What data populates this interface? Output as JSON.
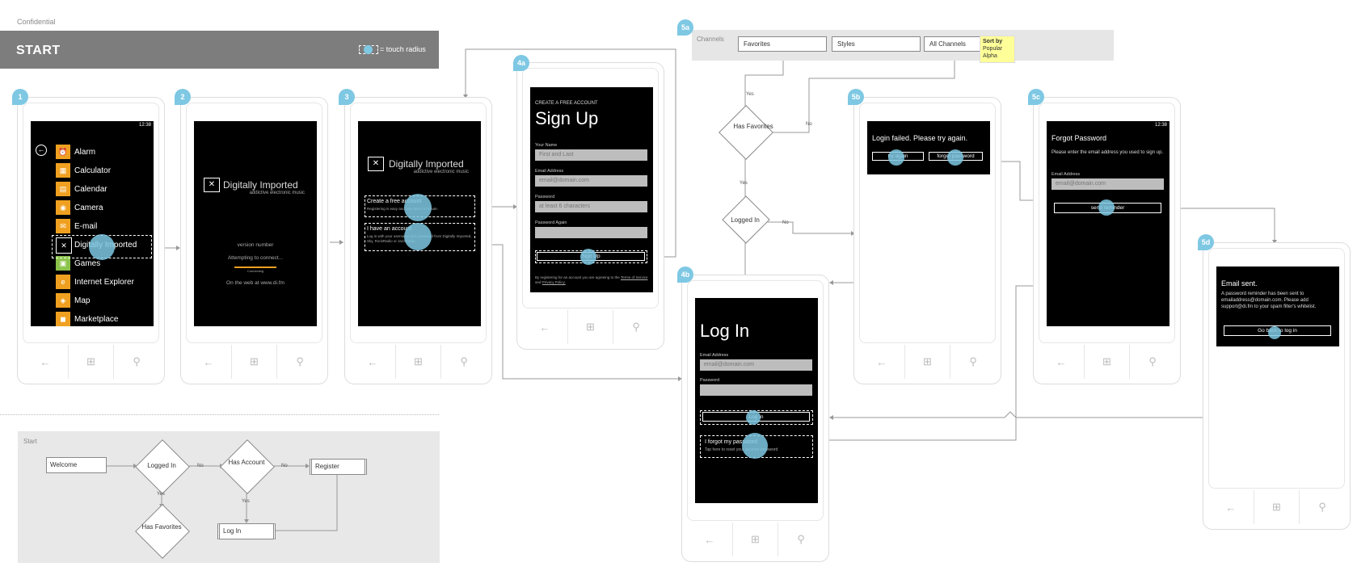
{
  "header": {
    "confidential": "Confidential",
    "title": "START",
    "touch_legend": "= touch radius"
  },
  "badges": [
    "1",
    "2",
    "3",
    "4a",
    "4b",
    "5a",
    "5b",
    "5c",
    "5d"
  ],
  "screen1": {
    "time": "12:38",
    "items": [
      "Alarm",
      "Calculator",
      "Calendar",
      "Camera",
      "E-mail",
      "Digitally Imported",
      "Games",
      "Internet Explorer",
      "Map",
      "Marketplace"
    ]
  },
  "screen2": {
    "brand": "Digitally Imported",
    "tagline": "addictive electronic music",
    "version": "version number",
    "attempting": "Attempting to connect...",
    "connecting": "Connecting",
    "web": "On the web at www.di.fm"
  },
  "screen3": {
    "brand": "Digitally Imported",
    "tagline": "addictive electronic music",
    "create_title": "Create a free account",
    "create_sub": "Registering is easy and only takes a minute.",
    "have_title": "I have an account",
    "have_sub": "Log in with your username and password from Digitally Imported, Sky, RockRadio or JazzRadio."
  },
  "screen4a": {
    "overline": "CREATE A FREE ACCOUNT",
    "title": "Sign Up",
    "name_label": "Your Name",
    "name_placeholder": "First and Last",
    "email_label": "Email Address",
    "email_placeholder": "email@domain.com",
    "password_label": "Password",
    "password_placeholder": "at least 6 characters",
    "password_again_label": "Password Again",
    "button": "Sign Up",
    "terms_prefix": "By registering for an account you are agreeing to the",
    "terms_link": "Terms of Service",
    "and": "and",
    "privacy_link": "Privacy Policy."
  },
  "screen4b": {
    "title": "Log In",
    "email_label": "Email Address",
    "email_placeholder": "email@domain.com",
    "password_label": "Password",
    "button": "Log In",
    "forgot_title": "I forgot my password",
    "forgot_sub": "Tap here to reset your account password"
  },
  "screen5a": {
    "channels_label": "Channels",
    "tabs": [
      "Favorites",
      "Styles",
      "All Channels"
    ],
    "sort_title": "Sort by",
    "sort_options": [
      "Popular",
      "Alpha"
    ]
  },
  "screen5b": {
    "message": "Login failed. Please try again.",
    "try_again": "try again",
    "forgot_password": "forgot password"
  },
  "screen5c": {
    "time": "12:38",
    "title": "Forgot Password",
    "desc": "Please enter the email address you used to sign up.",
    "email_label": "Email Address",
    "email_placeholder": "email@domain.com",
    "button": "send reminder"
  },
  "screen5d": {
    "title": "Email sent.",
    "body": "A password reminder has been sent to emailaddress@domain.com. Please add support@di.fm to your spam filter's whitelist.",
    "button": "Go back to log in"
  },
  "flow_right": {
    "has_favorites": "Has Favorites",
    "logged_in": "Logged In",
    "yes1": "Yes",
    "yes2": "Yes",
    "no1": "No",
    "no2": "No"
  },
  "start_flow": {
    "title": "Start",
    "welcome": "Welcome",
    "logged_in": "Logged In",
    "has_account": "Has Account",
    "register": "Register",
    "has_favorites": "Has Favorites",
    "log_in": "Log In",
    "no1": "No",
    "no2": "No",
    "yes1": "Yes",
    "yes2": "Yes"
  },
  "softkeys": [
    "←",
    "⊞",
    "⚲"
  ]
}
